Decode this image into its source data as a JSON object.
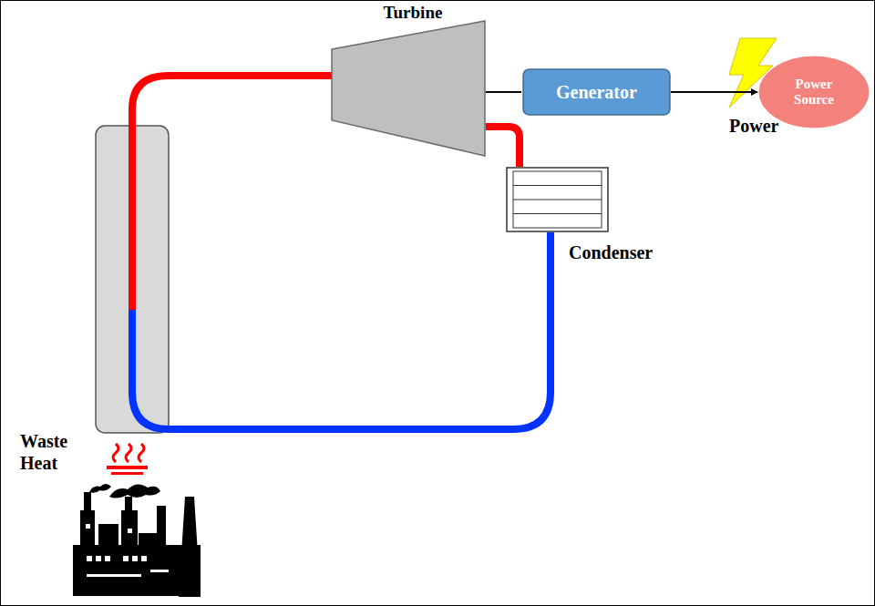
{
  "diagram": {
    "nodes": [
      {
        "text": [
          "Turbine"
        ]
      },
      {
        "text": [
          "Generator"
        ]
      },
      {
        "text": [
          "Power Source"
        ]
      },
      {
        "text": [
          "Condenser"
        ]
      }
    ],
    "edges": [
      {
        "from": 0,
        "to": 1,
        "arrow": "none"
      },
      {
        "from": 1,
        "to": 2,
        "arrow": "to"
      },
      {
        "from": 0,
        "to": 3,
        "arrow": "none"
      }
    ],
    "labels": [
      "Power",
      "Waste Heat"
    ]
  }
}
